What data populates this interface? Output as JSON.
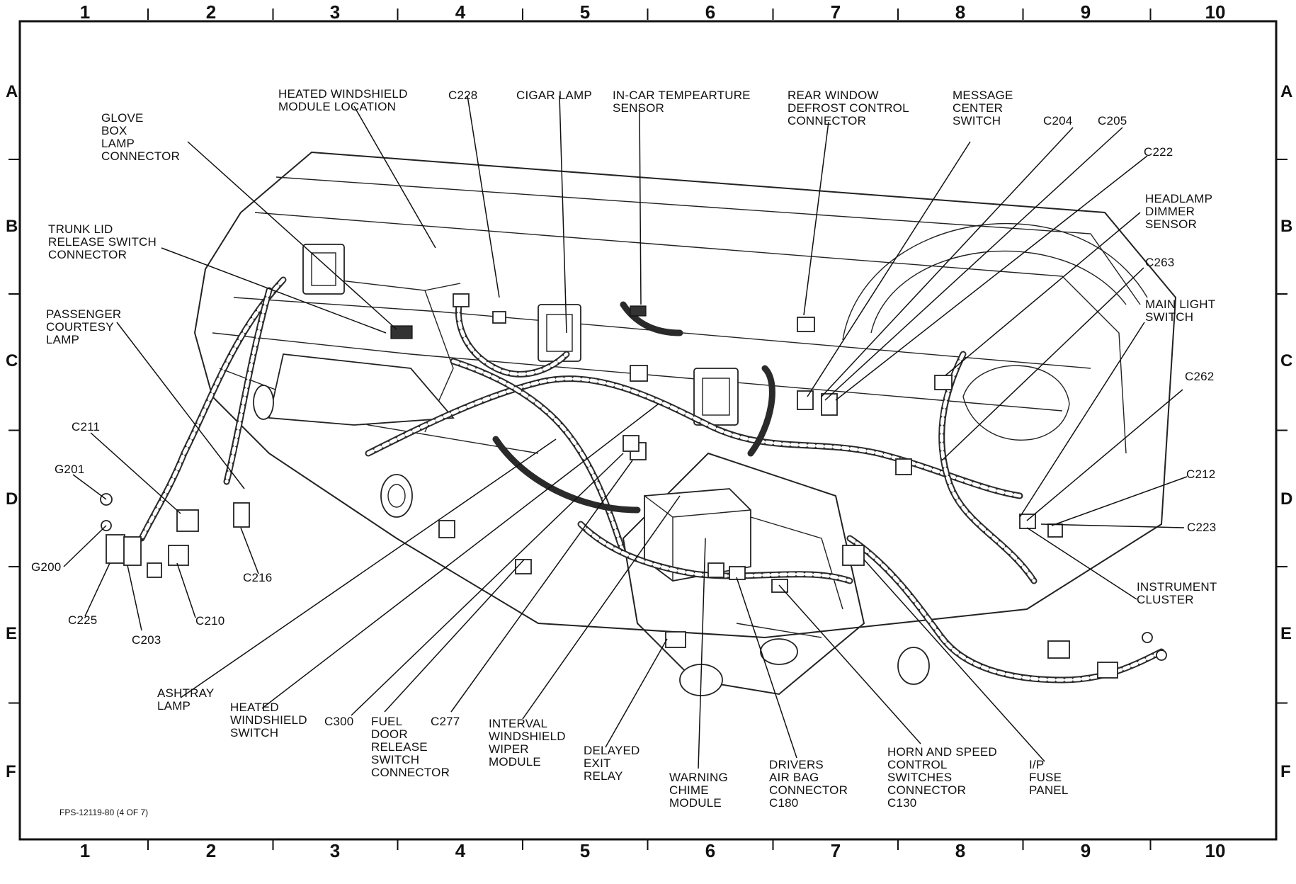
{
  "figure_id": "FPS-12119-80 (4 OF 7)",
  "grid": {
    "columns": [
      "1",
      "2",
      "3",
      "4",
      "5",
      "6",
      "7",
      "8",
      "9",
      "10"
    ],
    "rows": [
      "A",
      "B",
      "C",
      "D",
      "E",
      "F"
    ]
  },
  "callouts": [
    {
      "id": "heated-windshield-module-location",
      "text": "HEATED WINDSHIELD\nMODULE LOCATION"
    },
    {
      "id": "c228",
      "text": "C228"
    },
    {
      "id": "cigar-lamp",
      "text": "CIGAR LAMP"
    },
    {
      "id": "in-car-temperature-sensor",
      "text": "IN-CAR TEMPEARTURE\nSENSOR"
    },
    {
      "id": "rear-window-defrost-control-connector",
      "text": "REAR WINDOW\nDEFROST CONTROL\nCONNECTOR"
    },
    {
      "id": "message-center-switch",
      "text": "MESSAGE\nCENTER\nSWITCH"
    },
    {
      "id": "c204",
      "text": "C204"
    },
    {
      "id": "c205",
      "text": "C205"
    },
    {
      "id": "c222",
      "text": "C222"
    },
    {
      "id": "headlamp-dimmer-sensor",
      "text": "HEADLAMP\nDIMMER\nSENSOR"
    },
    {
      "id": "c263",
      "text": "C263"
    },
    {
      "id": "main-light-switch",
      "text": "MAIN LIGHT\nSWITCH"
    },
    {
      "id": "c262",
      "text": "C262"
    },
    {
      "id": "c212",
      "text": "C212"
    },
    {
      "id": "c223",
      "text": "C223"
    },
    {
      "id": "instrument-cluster",
      "text": "INSTRUMENT\nCLUSTER"
    },
    {
      "id": "glove-box-lamp-connector",
      "text": "GLOVE\nBOX\nLAMP\nCONNECTOR"
    },
    {
      "id": "trunk-lid-release-switch-connector",
      "text": "TRUNK LID\nRELEASE SWITCH\nCONNECTOR"
    },
    {
      "id": "passenger-courtesy-lamp",
      "text": "PASSENGER\nCOURTESY\nLAMP"
    },
    {
      "id": "c211",
      "text": "C211"
    },
    {
      "id": "g201",
      "text": "G201"
    },
    {
      "id": "g200",
      "text": "G200"
    },
    {
      "id": "c225",
      "text": "C225"
    },
    {
      "id": "c203",
      "text": "C203"
    },
    {
      "id": "c210",
      "text": "C210"
    },
    {
      "id": "c216",
      "text": "C216"
    },
    {
      "id": "ashtray-lamp",
      "text": "ASHTRAY\nLAMP"
    },
    {
      "id": "heated-windshield-switch",
      "text": "HEATED\nWINDSHIELD\nSWITCH"
    },
    {
      "id": "c300",
      "text": "C300"
    },
    {
      "id": "fuel-door-release-switch-connector",
      "text": "FUEL\nDOOR\nRELEASE\nSWITCH\nCONNECTOR"
    },
    {
      "id": "c277",
      "text": "C277"
    },
    {
      "id": "interval-windshield-wiper-module",
      "text": "INTERVAL\nWINDSHIELD\nWIPER\nMODULE"
    },
    {
      "id": "delayed-exit-relay",
      "text": "DELAYED\nEXIT\nRELAY"
    },
    {
      "id": "warning-chime-module",
      "text": "WARNING\nCHIME\nMODULE"
    },
    {
      "id": "drivers-air-bag-connector",
      "text": "DRIVERS\nAIR BAG\nCONNECTOR\nC180"
    },
    {
      "id": "horn-speed-control-connector",
      "text": "HORN AND SPEED\nCONTROL\nSWITCHES\nCONNECTOR\nC130"
    },
    {
      "id": "ip-fuse-panel",
      "text": "I/P\nFUSE\nPANEL"
    }
  ]
}
